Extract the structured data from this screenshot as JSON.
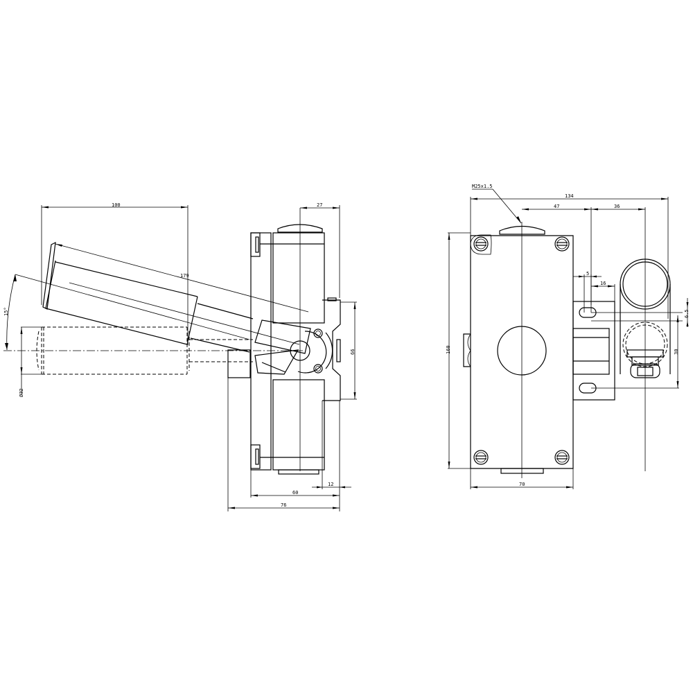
{
  "drawing": {
    "views": [
      {
        "name": "side-view",
        "dimensions": {
          "lever_reach": "100",
          "lever_length": "179",
          "swing_angle": "15°",
          "roller_diameter": "Ø32",
          "head_to_actuator": "27",
          "head_height": "66",
          "body_depth": "60",
          "actuator_offset": "12",
          "overall_depth": "76"
        }
      },
      {
        "name": "front-view",
        "dimensions": {
          "cable_gland_thread": "M25x1.5",
          "overall_width": "134",
          "gland_to_axis": "47",
          "axis_to_roller": "36",
          "slot_width": "5",
          "slot_offset": "16",
          "slot_height": "6.5",
          "mounting_spacing": "30",
          "body_height": "160",
          "body_width": "70"
        }
      }
    ]
  }
}
